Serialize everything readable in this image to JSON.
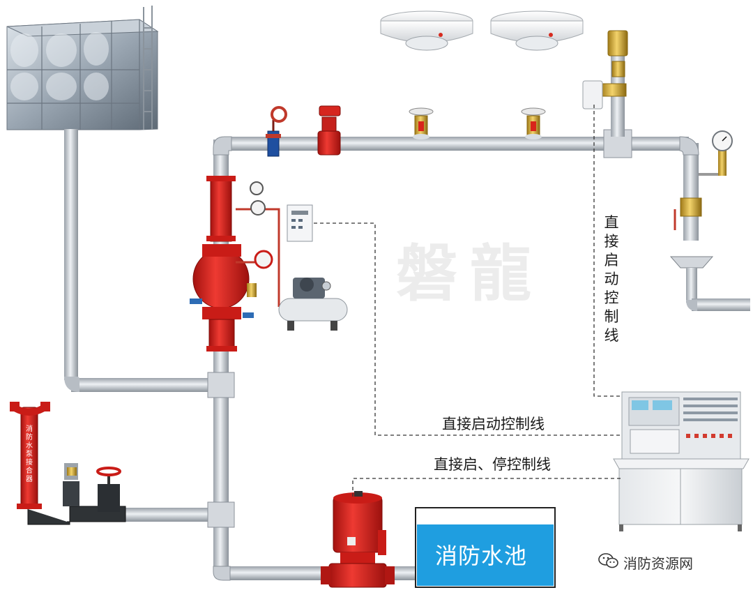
{
  "labels": {
    "vertical_control_line": "直接启动控制线",
    "direct_start_line": "直接启动控制线",
    "start_stop_line": "直接启、停控制线",
    "fire_pool": "消防水池",
    "watermark": "磐龍",
    "brand": "消防资源网",
    "pump_connector": "消防水泵接合器"
  },
  "icons": {
    "brand": "wechat-icon"
  },
  "colors": {
    "pipe": "#c8cdd3",
    "valve_red": "#d6201c",
    "pool_water": "#1f9ee0",
    "dashed_line": "#333333"
  }
}
